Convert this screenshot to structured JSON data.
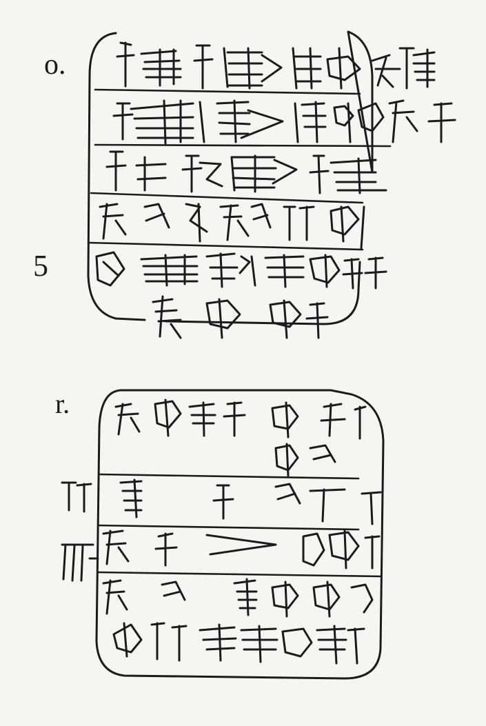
{
  "figure": {
    "obverse_label": "o.",
    "line_number_5": "5",
    "reverse_label": "r."
  },
  "style": {
    "ink_color": "#1b1b1b",
    "paper_color": "#f6f5f1"
  }
}
